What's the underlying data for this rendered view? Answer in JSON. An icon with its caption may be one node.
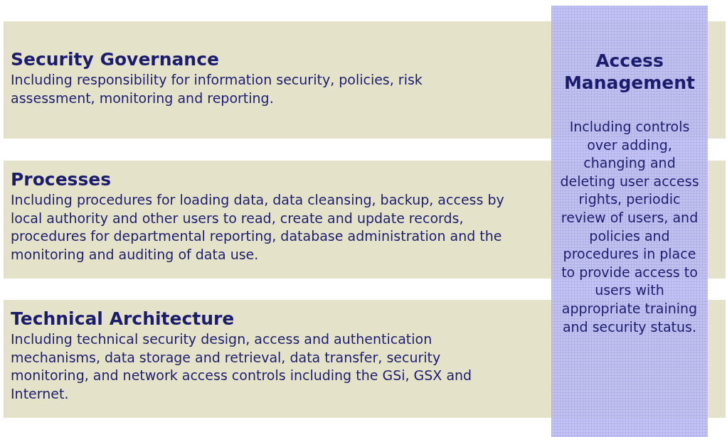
{
  "diagram": {
    "nodes": [
      {
        "text": [
          "Security Governance",
          "Including responsibility for information security, policies, risk assessment, monitoring and reporting."
        ]
      },
      {
        "text": [
          "Processes",
          "Including procedures for loading data, data cleansing, backup, access by local authority and other users to read, create and update records, procedures for departmental reporting, database administration and the monitoring and auditing of data use."
        ]
      },
      {
        "text": [
          "Technical Architecture",
          "Including technical security design, access and authentication mechanisms, data storage and retrieval, data transfer, security monitoring, and network access controls including the GSi, GSX and Internet."
        ]
      },
      {
        "text": [
          "Access Management",
          "Including controls over adding, changing and deleting user access rights, periodic review of users, and policies and procedures in place to provide access to users with appropriate training and security status."
        ]
      }
    ],
    "edges": []
  }
}
